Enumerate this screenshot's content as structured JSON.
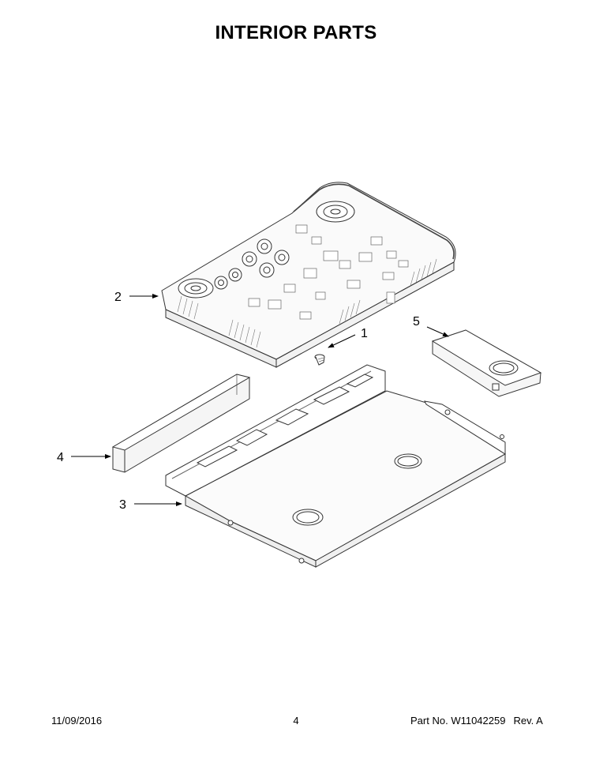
{
  "page": {
    "title": "INTERIOR PARTS"
  },
  "callouts": [
    {
      "number": "1"
    },
    {
      "number": "2"
    },
    {
      "number": "3"
    },
    {
      "number": "4"
    },
    {
      "number": "5"
    }
  ],
  "footer": {
    "date": "11/09/2016",
    "page_number": "4",
    "part_no_label": "Part No.",
    "part_no_value": "W11042259",
    "revision": "Rev.  A"
  },
  "colors": {
    "line": "#333333",
    "background": "#ffffff"
  }
}
